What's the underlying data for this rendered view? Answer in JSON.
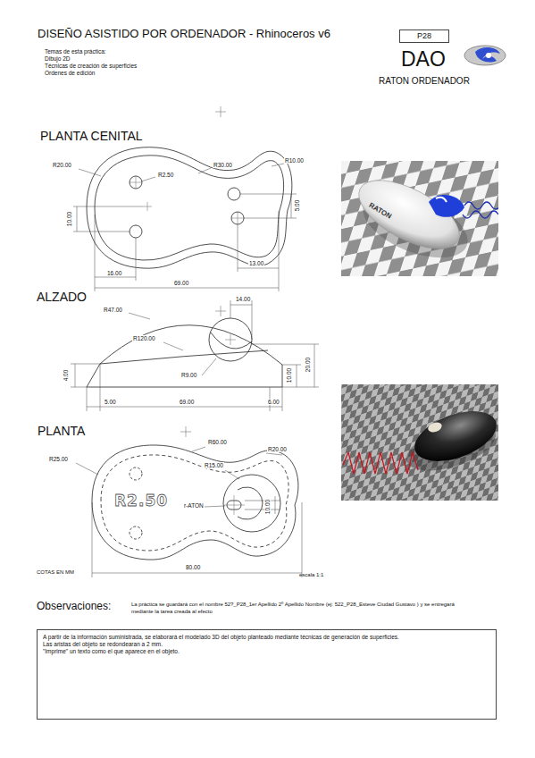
{
  "diagram": {
    "title": "DISEÑO ASISTIDO POR ORDENADOR - Rhinoceros v6",
    "nodes": [
      {
        "text": [
          "P28"
        ]
      },
      {
        "text": [
          "A partir de la información suministrada, se elaborará el modelado 3D del objeto planteado mediante técnicas de generación de superficies.",
          "Las aristas del objeto se redondearan a 2 mm.",
          "\"Imprime\" un texto como el que aparece en el objeto."
        ]
      }
    ],
    "labels": [
      "Temas de esta práctica:",
      "Dibujo 2D",
      "Técnicas de creación de superficies",
      "Ordenes de edición",
      "DAO",
      "RATON ORDENADOR",
      "PLANTA CENITAL",
      "R20.00",
      "R2.50",
      "R30.00",
      "R10.00",
      "5.00",
      "10.00",
      "16.00",
      "13.00",
      "69.00",
      "RATON",
      "ALZADO",
      "R47.00",
      "14.00",
      "R120.00",
      "4.00",
      "R9.00",
      "10.00",
      "20.00",
      "5.00",
      "69.00",
      "6.00",
      "PLANTA",
      "R60.00",
      "R20.00",
      "R25.00",
      "R15.00",
      "r-ATON",
      "R2.50",
      "10.00",
      "80.00",
      "COTAS EN MM",
      "escala 1:1",
      "Observaciones:",
      "La práctica se guardará con el nombre 52?_P28_1er Apellido 2º Apellido Nombre (ej: 522_P28_Esteve Ciudad Gustavo ) y se entregará mediante la tarea creada al efecto"
    ]
  }
}
